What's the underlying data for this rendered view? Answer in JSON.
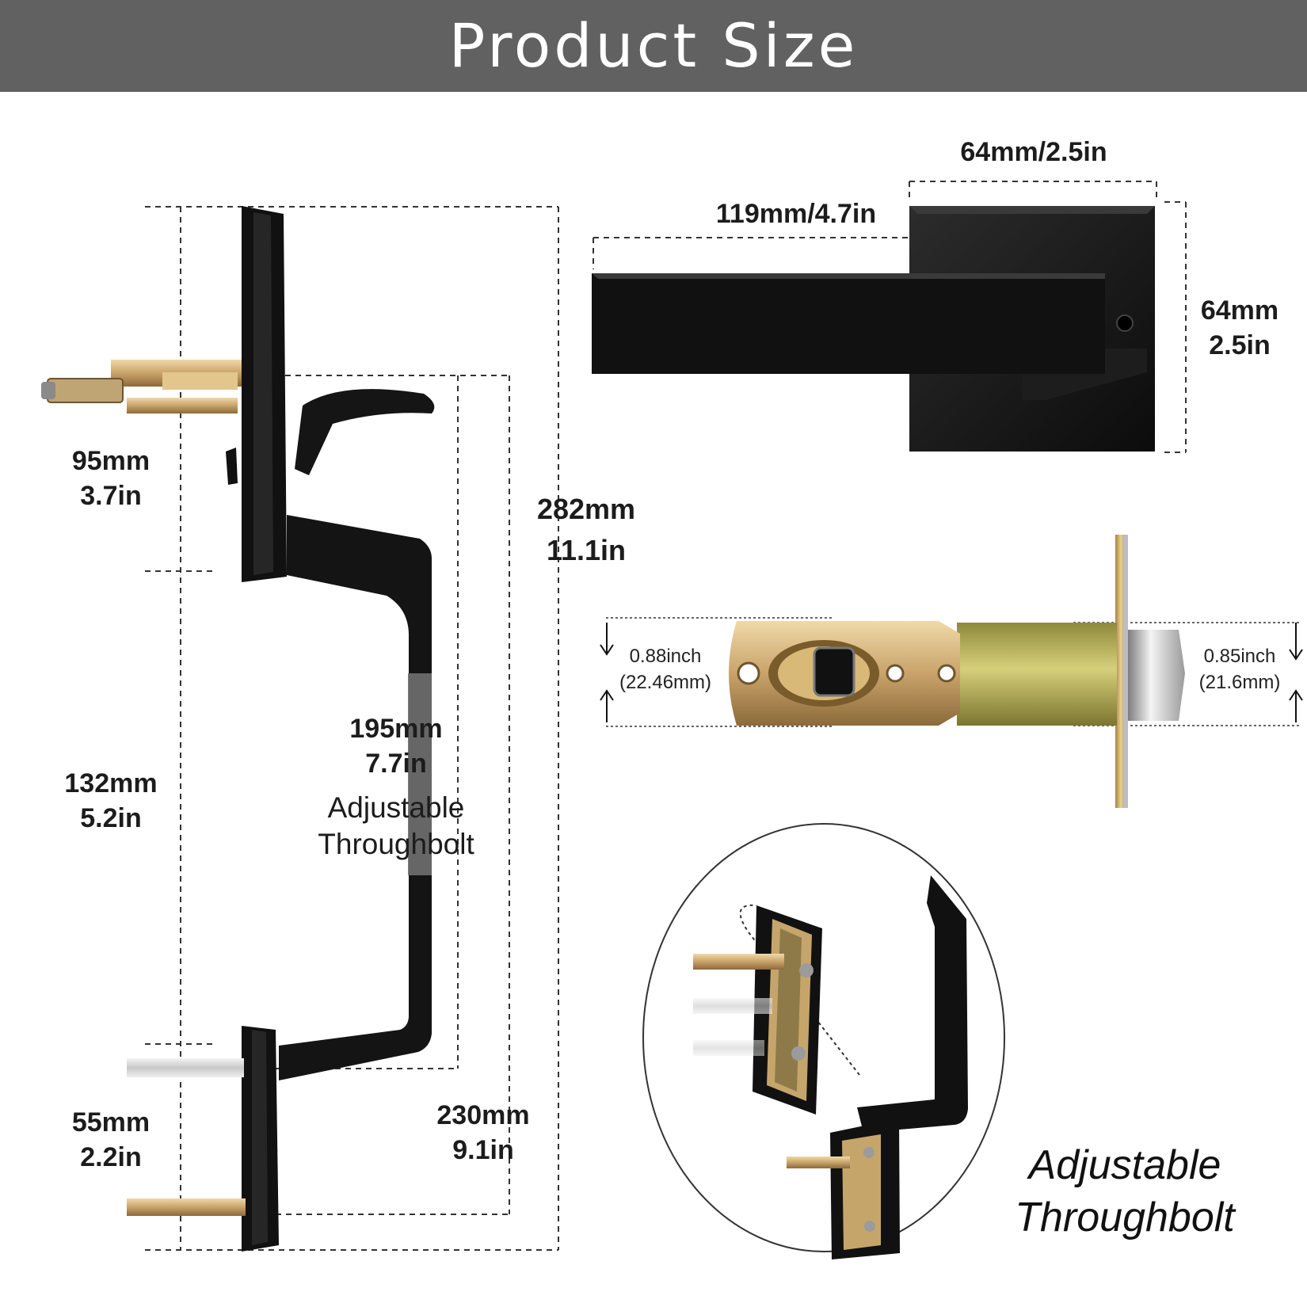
{
  "header": {
    "title": "Product Size",
    "background": "#616161"
  },
  "handle_dimensions": {
    "rose_height": [
      "95mm",
      "3.7in"
    ],
    "overall_height": [
      "282mm",
      "11.1in"
    ],
    "lever_drop": [
      "132mm",
      "5.2in"
    ],
    "bolt_span": [
      "195mm",
      "7.7in"
    ],
    "bolt_note": [
      "Adjustable",
      "Throughbolt"
    ],
    "lower_height": [
      "55mm",
      "2.2in"
    ],
    "lower_span": [
      "230mm",
      "9.1in"
    ]
  },
  "lever_dimensions": {
    "rose_width": "64mm/2.5in",
    "lever_length": "119mm/4.7in",
    "rose_height": [
      "64mm",
      "2.5in"
    ]
  },
  "latch_dimensions": {
    "left_height": [
      "0.88inch",
      "(22.46mm)"
    ],
    "right_height": [
      "0.85inch",
      "(21.6mm)"
    ]
  },
  "detail": {
    "caption": [
      "Adjustable",
      "Throughbolt"
    ]
  },
  "colors": {
    "matte_black": "#141414",
    "brass": "#c9a36a",
    "dimension_line": "#333333"
  }
}
